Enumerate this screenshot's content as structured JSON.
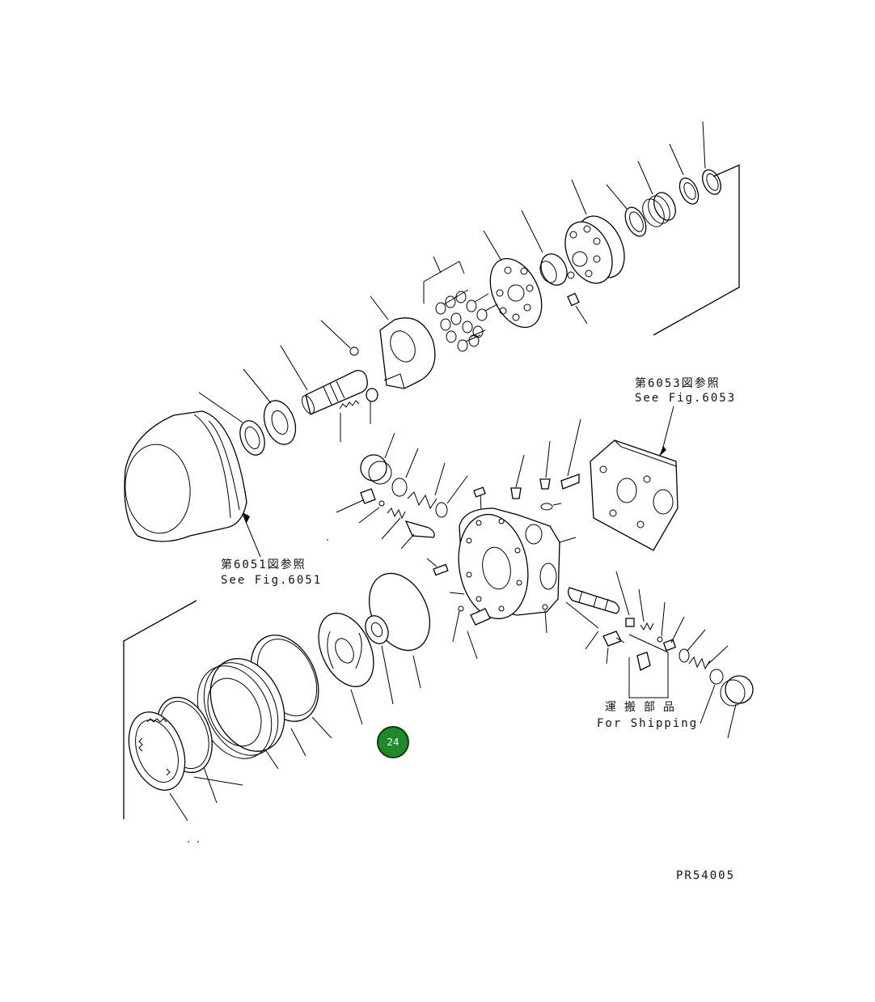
{
  "references": {
    "fig6053": {
      "jp": "第6053図参照",
      "en": "See Fig.6053"
    },
    "fig6051": {
      "jp": "第6051図参照",
      "en": "See Fig.6051"
    }
  },
  "shipping": {
    "jp": "運搬部品",
    "en": "For Shipping"
  },
  "drawing_number": "PR54005",
  "hotspot": {
    "label": "24",
    "color": "#1e8a2a"
  }
}
